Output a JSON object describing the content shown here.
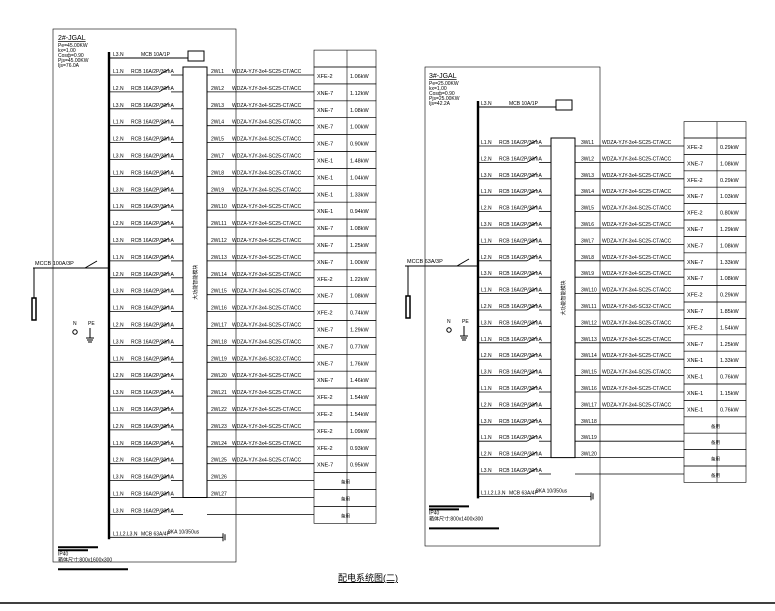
{
  "caption": "配电系统图(二)",
  "panels": [
    {
      "title": "2#-JGAL",
      "params": [
        "Pe=45.00KW",
        "kx=1.00",
        "Cosф=0.90",
        "Pjs=45.00KW",
        "Ijs=76.0A"
      ],
      "incoming": "MCCB 100A/3P",
      "top_row": {
        "phase": "L3.N",
        "breaker": "MCB 10A/1P"
      },
      "bus_label": "大功能智能模块",
      "neutral_label": "N",
      "pe_label": "PE",
      "header": [
        "",
        ""
      ],
      "circuits": [
        {
          "phase": "L1.N",
          "breaker": "RCB 16A/2P/30mA",
          "id": "2WL1",
          "cable": "WDZA-YJY-3x4-SC25-CT/ACC",
          "load": "XFE-2",
          "power": "1.06kW"
        },
        {
          "phase": "L2.N",
          "breaker": "RCB 16A/2P/30mA",
          "id": "2WL2",
          "cable": "WDZA-YJY-3x4-SC25-CT/ACC",
          "load": "XNE-7",
          "power": "1.12kW"
        },
        {
          "phase": "L3.N",
          "breaker": "RCB 16A/2P/30mA",
          "id": "2WL3",
          "cable": "WDZA-YJY-3x4-SC25-CT/ACC",
          "load": "XNE-7",
          "power": "1.08kW"
        },
        {
          "phase": "L1.N",
          "breaker": "RCB 16A/2P/30mA",
          "id": "2WL4",
          "cable": "WDZA-YJY-3x4-SC25-CT/ACC",
          "load": "XNE-7",
          "power": "1.00kW"
        },
        {
          "phase": "L2.N",
          "breaker": "RCB 16A/2P/30mA",
          "id": "2WL5",
          "cable": "WDZA-YJY-3x4-SC25-CT/ACC",
          "load": "XNE-7",
          "power": "0.90kW"
        },
        {
          "phase": "L3.N",
          "breaker": "RCB 16A/2P/30mA",
          "id": "2WL7",
          "cable": "WDZA-YJY-3x4-SC25-CT/ACC",
          "load": "XNE-1",
          "power": "1.48kW"
        },
        {
          "phase": "L1.N",
          "breaker": "RCB 16A/2P/30mA",
          "id": "2WL8",
          "cable": "WDZA-YJY-3x4-SC25-CT/ACC",
          "load": "XNE-1",
          "power": "1.04kW"
        },
        {
          "phase": "L3.N",
          "breaker": "RCB 16A/2P/30mA",
          "id": "2WL9",
          "cable": "WDZA-YJY-3x4-SC25-CT/ACC",
          "load": "XNE-1",
          "power": "1.33kW"
        },
        {
          "phase": "L1.N",
          "breaker": "RCB 16A/2P/30mA",
          "id": "2WL10",
          "cable": "WDZA-YJY-3x4-SC25-CT/ACC",
          "load": "XNE-1",
          "power": "0.94kW"
        },
        {
          "phase": "L2.N",
          "breaker": "RCB 16A/2P/30mA",
          "id": "2WL11",
          "cable": "WDZA-YJY-3x4-SC25-CT/ACC",
          "load": "XNE-7",
          "power": "1.08kW"
        },
        {
          "phase": "L3.N",
          "breaker": "RCB 16A/2P/30mA",
          "id": "2WL12",
          "cable": "WDZA-YJY-3x4-SC25-CT/ACC",
          "load": "XNE-7",
          "power": "1.25kW"
        },
        {
          "phase": "L1.N",
          "breaker": "RCB 16A/2P/30mA",
          "id": "2WL13",
          "cable": "WDZA-YJY-3x4-SC25-CT/ACC",
          "load": "XNE-7",
          "power": "1.00kW"
        },
        {
          "phase": "L2.N",
          "breaker": "RCB 16A/2P/30mA",
          "id": "2WL14",
          "cable": "WDZA-YJY-3x4-SC25-CT/ACC",
          "load": "XFE-2",
          "power": "1.22kW"
        },
        {
          "phase": "L3.N",
          "breaker": "RCB 16A/2P/30mA",
          "id": "2WL15",
          "cable": "WDZA-YJY-3x4-SC25-CT/ACC",
          "load": "XNE-7",
          "power": "1.08kW"
        },
        {
          "phase": "L1.N",
          "breaker": "RCB 16A/2P/30mA",
          "id": "2WL16",
          "cable": "WDZA-YJY-3x4-SC25-CT/ACC",
          "load": "XFE-2",
          "power": "0.74kW"
        },
        {
          "phase": "L2.N",
          "breaker": "RCB 16A/2P/30mA",
          "id": "2WL17",
          "cable": "WDZA-YJY-3x4-SC25-CT/ACC",
          "load": "XNE-7",
          "power": "1.29kW"
        },
        {
          "phase": "L3.N",
          "breaker": "RCB 16A/2P/30mA",
          "id": "2WL18",
          "cable": "WDZA-YJY-3x4-SC25-CT/ACC",
          "load": "XNE-7",
          "power": "0.77kW"
        },
        {
          "phase": "L1.N",
          "breaker": "RCB 16A/2P/30mA",
          "id": "2WL19",
          "cable": "WDZA-YJY-3x6-SC32-CT/ACC",
          "load": "XNE-7",
          "power": "1.76kW"
        },
        {
          "phase": "L2.N",
          "breaker": "RCB 16A/2P/30mA",
          "id": "2WL20",
          "cable": "WDZA-YJY-3x4-SC25-CT/ACC",
          "load": "XNE-7",
          "power": "1.46kW"
        },
        {
          "phase": "L3.N",
          "breaker": "RCB 16A/2P/30mA",
          "id": "2WL21",
          "cable": "WDZA-YJY-3x4-SC25-CT/ACC",
          "load": "XFE-2",
          "power": "1.54kW"
        },
        {
          "phase": "L1.N",
          "breaker": "RCB 16A/2P/30mA",
          "id": "2WL22",
          "cable": "WDZA-YJY-3x4-SC25-CT/ACC",
          "load": "XFE-2",
          "power": "1.54kW"
        },
        {
          "phase": "L2.N",
          "breaker": "RCB 16A/2P/30mA",
          "id": "2WL23",
          "cable": "WDZA-YJY-3x4-SC25-CT/ACC",
          "load": "XFE-2",
          "power": "1.09kW"
        },
        {
          "phase": "L1.N",
          "breaker": "RCB 16A/2P/30mA",
          "id": "2WL24",
          "cable": "WDZA-YJY-3x4-SC25-CT/ACC",
          "load": "XFE-2",
          "power": "0.93kW"
        },
        {
          "phase": "L2.N",
          "breaker": "RCB 16A/2P/30mA",
          "id": "2WL25",
          "cable": "WDZA-YJY-3x4-SC25-CT/ACC",
          "load": "XNE-7",
          "power": "0.95kW"
        },
        {
          "phase": "L3.N",
          "breaker": "RCB 16A/2P/30mA",
          "id": "2WL26",
          "cable": "",
          "load": "备用",
          "power": ""
        },
        {
          "phase": "L1.N",
          "breaker": "RCB 16A/2P/30mA",
          "id": "2WL27",
          "cable": "",
          "load": "备用",
          "power": ""
        },
        {
          "phase": "L3.N",
          "breaker": "RCB 16A/2P/30mA",
          "id": "",
          "cable": "",
          "load": "备用",
          "power": ""
        }
      ],
      "bottom_row": {
        "phase": "L1.L2.L3.N",
        "breaker": "MCB 63A/4P",
        "spd": "8KA 10/350us"
      },
      "notes": [
        "IP40",
        "箱体尺寸:800x1600x300"
      ]
    },
    {
      "title": "3#-JGAL",
      "params": [
        "Pe=25.00KW",
        "kx=1.00",
        "Cosф=0.90",
        "Pjs=25.00KW",
        "Ijs=42.2A"
      ],
      "incoming": "MCCB 63A/3P",
      "top_row": {
        "phase": "L3.N",
        "breaker": "MCB 10A/1P"
      },
      "bus_label": "大功能智能模块",
      "neutral_label": "N",
      "pe_label": "PE",
      "header": [
        "",
        ""
      ],
      "circuits": [
        {
          "phase": "L1.N",
          "breaker": "RCB 16A/2P/30mA",
          "id": "3WL1",
          "cable": "WDZA-YJY-3x4-SC25-CT/ACC",
          "load": "XFE-2",
          "power": "0.29kW"
        },
        {
          "phase": "L2.N",
          "breaker": "RCB 16A/2P/30mA",
          "id": "3WL2",
          "cable": "WDZA-YJY-3x4-SC25-CT/ACC",
          "load": "XNE-7",
          "power": "1.08kW"
        },
        {
          "phase": "L3.N",
          "breaker": "RCB 16A/2P/30mA",
          "id": "3WL3",
          "cable": "WDZA-YJY-3x4-SC25-CT/ACC",
          "load": "XFE-2",
          "power": "0.29kW"
        },
        {
          "phase": "L1.N",
          "breaker": "RCB 16A/2P/30mA",
          "id": "3WL4",
          "cable": "WDZA-YJY-3x4-SC25-CT/ACC",
          "load": "XNE-7",
          "power": "1.03kW"
        },
        {
          "phase": "L2.N",
          "breaker": "RCB 16A/2P/30mA",
          "id": "3WL5",
          "cable": "WDZA-YJY-3x4-SC25-CT/ACC",
          "load": "XFE-2",
          "power": "0.80kW"
        },
        {
          "phase": "L3.N",
          "breaker": "RCB 16A/2P/30mA",
          "id": "3WL6",
          "cable": "WDZA-YJY-3x4-SC25-CT/ACC",
          "load": "XNE-7",
          "power": "1.29kW"
        },
        {
          "phase": "L1.N",
          "breaker": "RCB 16A/2P/30mA",
          "id": "3WL7",
          "cable": "WDZA-YJY-3x4-SC25-CT/ACC",
          "load": "XNE-7",
          "power": "1.08kW"
        },
        {
          "phase": "L2.N",
          "breaker": "RCB 16A/2P/30mA",
          "id": "3WL8",
          "cable": "WDZA-YJY-3x4-SC25-CT/ACC",
          "load": "XNE-7",
          "power": "1.33kW"
        },
        {
          "phase": "L3.N",
          "breaker": "RCB 16A/2P/30mA",
          "id": "3WL9",
          "cable": "WDZA-YJY-3x4-SC25-CT/ACC",
          "load": "XNE-7",
          "power": "1.08kW"
        },
        {
          "phase": "L1.N",
          "breaker": "RCB 16A/2P/30mA",
          "id": "3WL10",
          "cable": "WDZA-YJY-3x4-SC25-CT/ACC",
          "load": "XFE-2",
          "power": "0.29kW"
        },
        {
          "phase": "L2.N",
          "breaker": "RCB 16A/2P/30mA",
          "id": "3WL11",
          "cable": "WDZA-YJY-3x6-SC32-CT/ACC",
          "load": "XNE-7",
          "power": "1.85kW"
        },
        {
          "phase": "L3.N",
          "breaker": "RCB 16A/2P/30mA",
          "id": "3WL12",
          "cable": "WDZA-YJY-3x4-SC25-CT/ACC",
          "load": "XFE-2",
          "power": "1.54kW"
        },
        {
          "phase": "L1.N",
          "breaker": "RCB 16A/2P/30mA",
          "id": "3WL13",
          "cable": "WDZA-YJY-3x4-SC25-CT/ACC",
          "load": "XNE-7",
          "power": "1.25kW"
        },
        {
          "phase": "L2.N",
          "breaker": "RCB 16A/2P/30mA",
          "id": "3WL14",
          "cable": "WDZA-YJY-3x4-SC25-CT/ACC",
          "load": "XNE-1",
          "power": "1.33kW"
        },
        {
          "phase": "L3.N",
          "breaker": "RCB 16A/2P/30mA",
          "id": "3WL15",
          "cable": "WDZA-YJY-3x4-SC25-CT/ACC",
          "load": "XNE-1",
          "power": "0.76kW"
        },
        {
          "phase": "L1.N",
          "breaker": "RCB 16A/2P/30mA",
          "id": "3WL16",
          "cable": "WDZA-YJY-3x4-SC25-CT/ACC",
          "load": "XNE-1",
          "power": "1.15kW"
        },
        {
          "phase": "L2.N",
          "breaker": "RCB 16A/2P/30mA",
          "id": "3WL17",
          "cable": "WDZA-YJY-3x4-SC25-CT/ACC",
          "load": "XNE-1",
          "power": "0.76kW"
        },
        {
          "phase": "L3.N",
          "breaker": "RCB 16A/2P/30mA",
          "id": "3WL18",
          "cable": "",
          "load": "备用",
          "power": ""
        },
        {
          "phase": "L1.N",
          "breaker": "RCB 16A/2P/30mA",
          "id": "3WL19",
          "cable": "",
          "load": "备用",
          "power": ""
        },
        {
          "phase": "L2.N",
          "breaker": "RCB 16A/2P/30mA",
          "id": "3WL20",
          "cable": "",
          "load": "备用",
          "power": ""
        },
        {
          "phase": "L3.N",
          "breaker": "RCB 16A/2P/30mA",
          "id": "",
          "cable": "",
          "load": "备用",
          "power": ""
        }
      ],
      "bottom_row": {
        "phase": "L1.L2.L3.N",
        "breaker": "MCB 63A/4P",
        "spd": "8KA 10/350us"
      },
      "notes": [
        "IP40",
        "箱体尺寸:800x1400x300"
      ]
    }
  ]
}
